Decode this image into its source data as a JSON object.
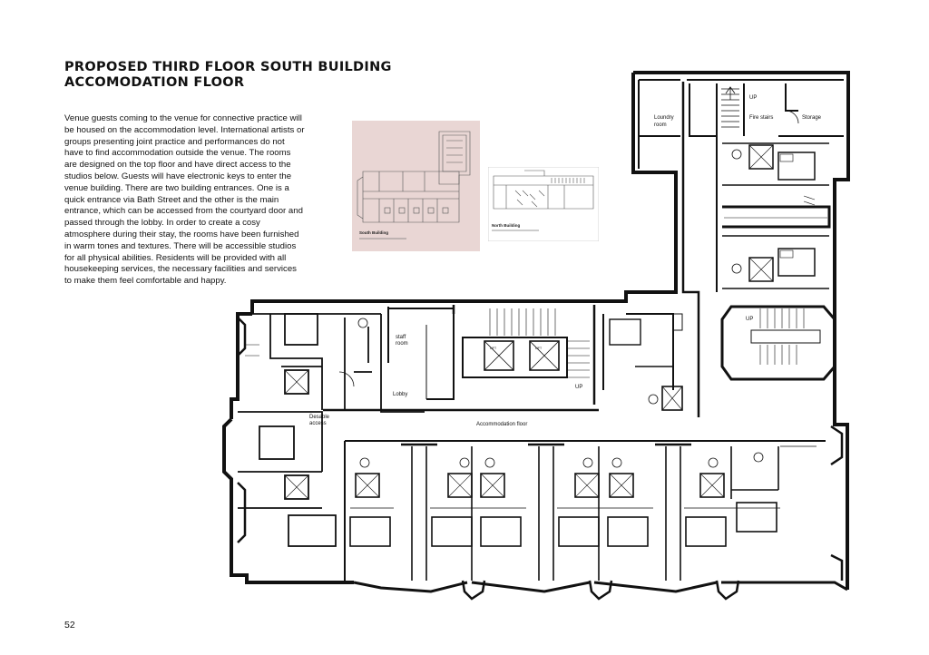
{
  "page": {
    "title_lines": [
      "PROPOSED THIRD FLOOR SOUTH BUILDING",
      "ACCOMODATION FLOOR"
    ],
    "body_text": "Venue guests coming to the venue for connective practice will be housed on the accommodation level. International artists or groups presenting joint practice and performances do not have to find accommodation outside the venue. The rooms are designed on the top floor and have direct access to the studios below. Guests will have electronic keys to enter the venue building. There are two building entrances. One is a quick entrance via Bath Street and the other is the main entrance, which can be accessed from the courtyard door and passed through the lobby. In order to create a cosy atmosphere during their stay, the rooms have been furnished in warm tones and textures. There will be accessible studios for all physical abilities. Residents will be provided with all housekeeping services, the necessary facilities and services to make them feel comfortable and happy.",
    "page_number": "52"
  },
  "thumbnails": {
    "left_caption": "South Building",
    "right_caption": "North Building",
    "left_bg": "#e9d6d4"
  },
  "plan": {
    "labels": {
      "laundry_1": "Loundry",
      "laundry_2": "room",
      "up_top": "UP",
      "fire_stairs": "Fire stairs",
      "storage": "Storage",
      "up_right": "UP",
      "staff_1": "staff",
      "staff_2": "room",
      "lobby": "Lobby",
      "up_center": "UP",
      "lift_1": "LIFT",
      "lift_2": "LIFT",
      "desable_1": "Desable",
      "desable_2": "access",
      "accommodation": "Accommodation floor"
    }
  }
}
